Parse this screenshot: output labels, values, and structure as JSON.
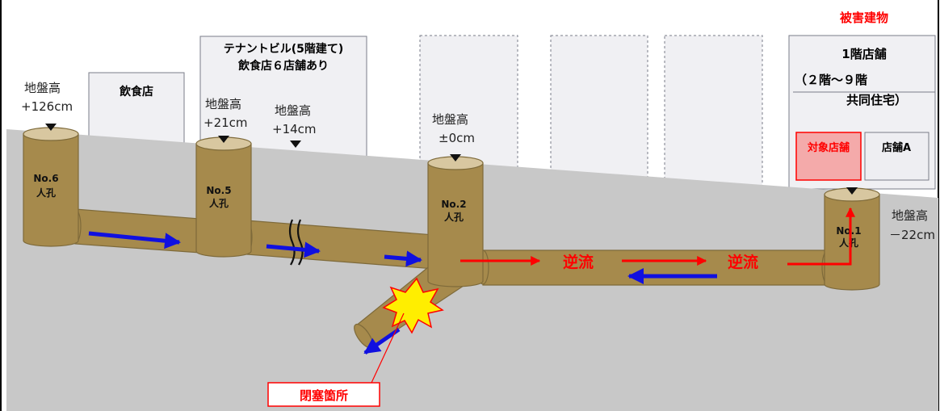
{
  "damaged_building": {
    "heading": "被害建物",
    "line1": "1階店舗",
    "line2": "（２階～９階",
    "line3": "共同住宅）",
    "target_shop": "対象店舗",
    "shop_a": "店舗A"
  },
  "buildings": {
    "restaurant": "飲食店",
    "tenant_line1": "テナントビル(5階建て)",
    "tenant_line2": "飲食店６店舗あり"
  },
  "ground_levels": [
    {
      "label": "地盤高",
      "value": "+126cm"
    },
    {
      "label": "地盤高",
      "value": "+21cm"
    },
    {
      "label": "地盤高",
      "value": "+14cm"
    },
    {
      "label": "地盤高",
      "value": "±0cm"
    },
    {
      "label": "地盤高",
      "value": "－22cm"
    }
  ],
  "manholes": [
    {
      "number": "No.6",
      "kind": "人孔"
    },
    {
      "number": "No.5",
      "kind": "人孔"
    },
    {
      "number": "No.2",
      "kind": "人孔"
    },
    {
      "number": "No.1",
      "kind": "人孔"
    }
  ],
  "flow": {
    "backflow_label": "逆流"
  },
  "blockage": {
    "label": "閉塞箇所"
  },
  "colors": {
    "ground": "#c8c8c8",
    "pipe": "#a68a4c",
    "pipe_edge": "#7e6a3a",
    "normal_flow": "#1010e0",
    "backflow": "#ff0000",
    "target_fill": "#f4aaaa"
  }
}
